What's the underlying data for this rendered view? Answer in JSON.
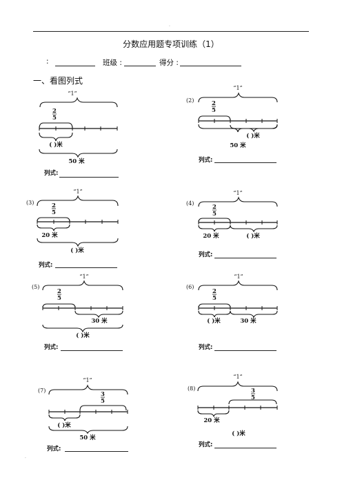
{
  "header": {
    "title": "分数应用题专项训练（1）",
    "name_label": ":",
    "class_label": "班级 :",
    "score_label": "得分 :"
  },
  "section": {
    "heading": "一、看图列式"
  },
  "labels": {
    "whole": "“1”",
    "answer": "列式:",
    "unknown_m": "(      )米",
    "m50": "50 米",
    "m20": "20 米",
    "m30": "30 米",
    "fr2": "2",
    "fr3": "3",
    "den5": "5",
    "n2": "(2)",
    "n3": "(3)",
    "n4": "(4)",
    "n5": "(5)",
    "n6": "(6)",
    "n7": "(7)",
    "n8": "(8)"
  },
  "page_marks": {
    "top": ".",
    "bottom": "."
  }
}
